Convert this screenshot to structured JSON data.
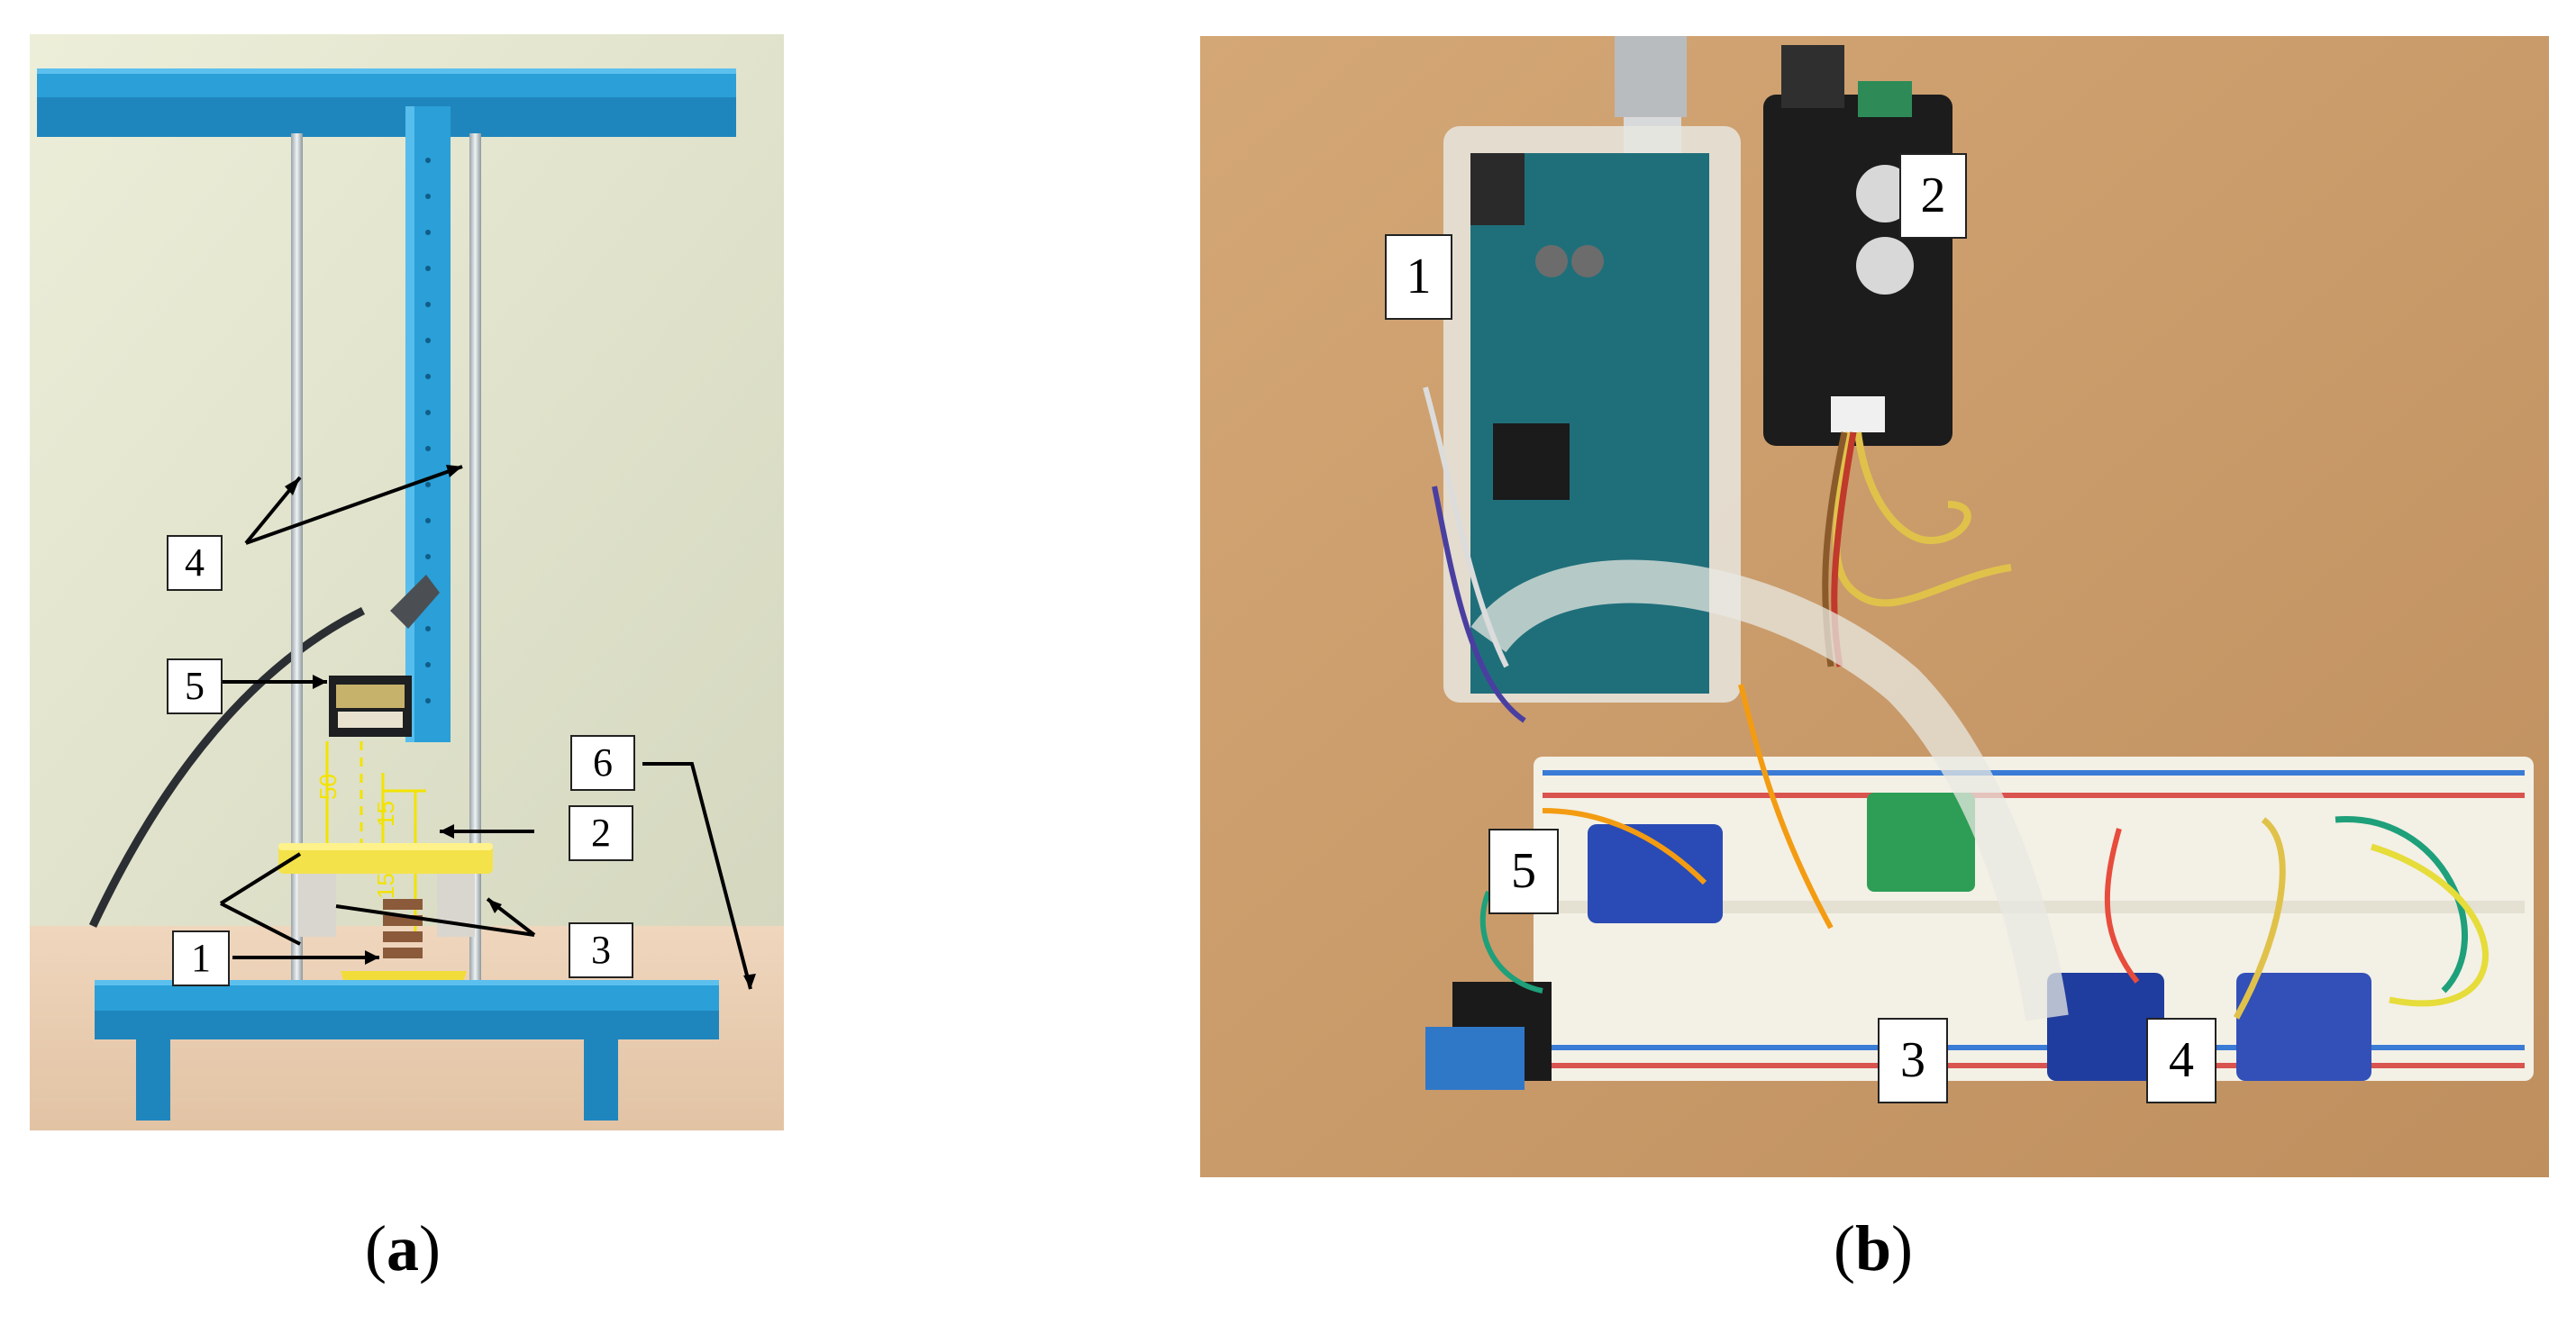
{
  "panel_a": {
    "caption_open": "(",
    "caption_letter": "a",
    "caption_close": ")",
    "callouts": [
      "1",
      "2",
      "3",
      "4",
      "5",
      "6"
    ],
    "dimension_labels": [
      "50",
      "15",
      "15"
    ],
    "colors": {
      "frame_blue": "#2a9fd8",
      "dimension_yellow": "#f2e300",
      "wall": "#e8e9d2",
      "table": "#e9cfb6"
    }
  },
  "panel_b": {
    "caption_open": "(",
    "caption_letter": "b",
    "caption_close": ")",
    "callouts": [
      "1",
      "2",
      "3",
      "4",
      "5"
    ],
    "colors": {
      "arduino_teal": "#1f6f7a",
      "breadboard": "#f3f0e6",
      "table": "#c89a6a"
    }
  }
}
